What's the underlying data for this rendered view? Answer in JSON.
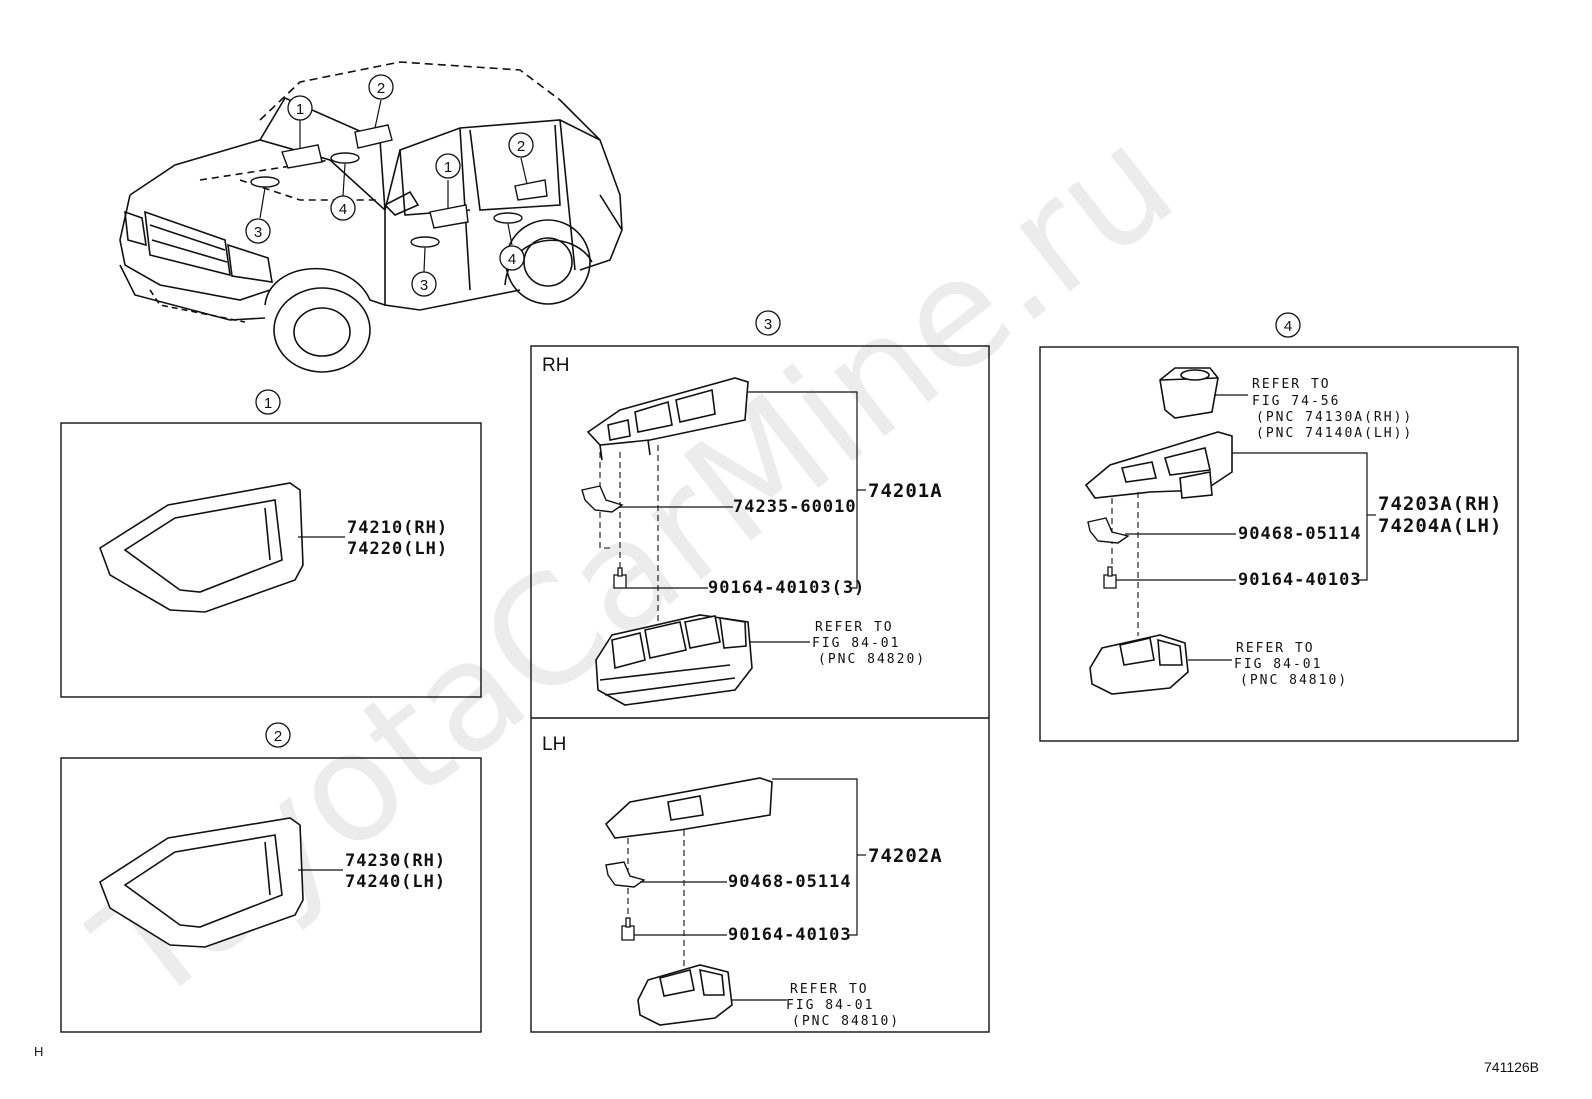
{
  "watermark": "ToyotaCarMine.ru",
  "figure_code": "741126B",
  "corner_mark": "H",
  "colors": {
    "line": "#111111",
    "watermark": "#ececec"
  },
  "callouts": {
    "vehicle": [
      "1",
      "2",
      "1",
      "2",
      "3",
      "4",
      "3",
      "4"
    ],
    "section1": "1",
    "section2": "2",
    "section3": "3",
    "section4": "4"
  },
  "panel1": {
    "part_rh": "74210(RH)",
    "part_lh": "74220(LH)"
  },
  "panel2": {
    "part_rh": "74230(RH)",
    "part_lh": "74240(LH)"
  },
  "panel3": {
    "rh": {
      "side_label": "RH",
      "assembly": "74201A",
      "clip": "74235-60010",
      "screw": "90164-40103(3)",
      "ref_line1": "REFER TO",
      "ref_line2": "FIG 84-01",
      "ref_line3": "(PNC 84820)"
    },
    "lh": {
      "side_label": "LH",
      "assembly": "74202A",
      "clip": "90468-05114",
      "screw": "90164-40103",
      "ref_line1": "REFER TO",
      "ref_line2": "FIG 84-01",
      "ref_line3": "(PNC 84810)"
    }
  },
  "panel4": {
    "top_ref_line1": "REFER TO",
    "top_ref_line2": "FIG 74-56",
    "top_ref_line3": "(PNC 74130A(RH))",
    "top_ref_line4": "(PNC 74140A(LH))",
    "assembly_rh": "74203A(RH)",
    "assembly_lh": "74204A(LH)",
    "clip": "90468-05114",
    "screw": "90164-40103",
    "ref_line1": "REFER TO",
    "ref_line2": "FIG 84-01",
    "ref_line3": "(PNC 84810)"
  }
}
